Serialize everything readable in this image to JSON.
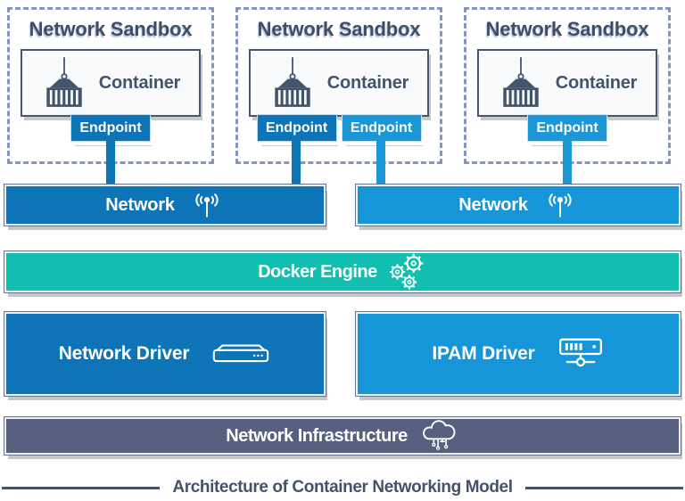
{
  "title": "Architecture of Container Networking Model",
  "palette": {
    "dark_blue": "#0e74b8",
    "light_blue": "#1795d9",
    "teal": "#10bfb0",
    "slate_gray": "#57617f",
    "sandbox_dash": "#8397c0",
    "heading_text": "#3f4e68",
    "container_text": "#44546d"
  },
  "sandboxes": [
    {
      "label": "Network Sandbox",
      "container": {
        "label": "Container",
        "icon": "container-icon"
      },
      "endpoints": [
        {
          "label": "Endpoint",
          "color": "dark_blue"
        }
      ]
    },
    {
      "label": "Network Sandbox",
      "container": {
        "label": "Container",
        "icon": "container-icon"
      },
      "endpoints": [
        {
          "label": "Endpoint",
          "color": "dark_blue"
        },
        {
          "label": "Endpoint",
          "color": "light_blue"
        }
      ]
    },
    {
      "label": "Network Sandbox",
      "container": {
        "label": "Container",
        "icon": "container-icon"
      },
      "endpoints": [
        {
          "label": "Endpoint",
          "color": "light_blue"
        }
      ]
    }
  ],
  "networks": [
    {
      "label": "Network",
      "icon": "antenna-icon",
      "color": "dark_blue"
    },
    {
      "label": "Network",
      "icon": "antenna-icon",
      "color": "light_blue"
    }
  ],
  "docker_engine": {
    "label": "Docker Engine",
    "icon": "gears-icon",
    "color": "teal"
  },
  "drivers": [
    {
      "label": "Network Driver",
      "icon": "switch-icon",
      "color": "dark_blue"
    },
    {
      "label": "IPAM Driver",
      "icon": "server-icon",
      "color": "light_blue"
    }
  ],
  "infrastructure": {
    "label": "Network Infrastructure",
    "icon": "cloud-icon",
    "color": "slate_gray"
  }
}
